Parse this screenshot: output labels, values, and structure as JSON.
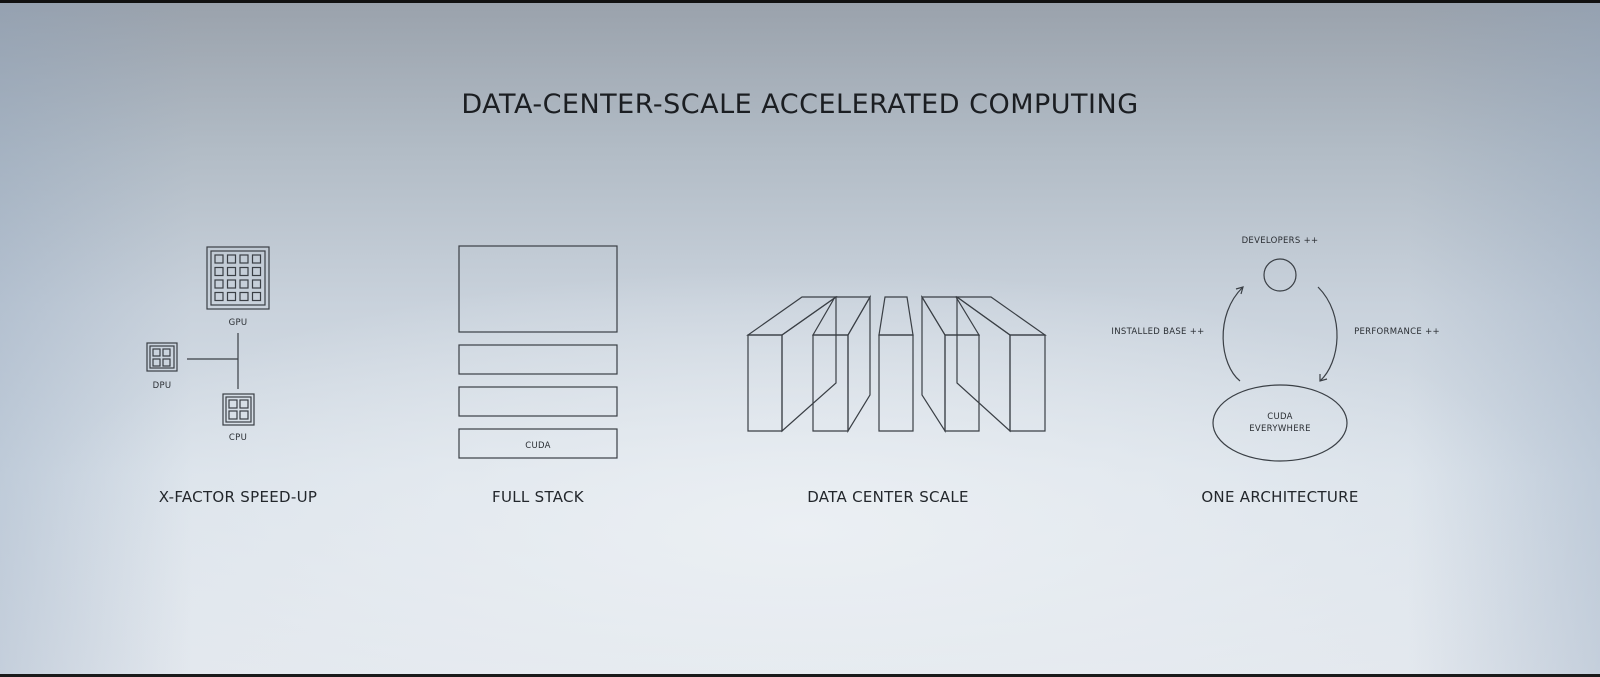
{
  "slide": {
    "title": "DATA-CENTER-SCALE ACCELERATED COMPUTING",
    "sections": [
      {
        "caption": "X-FACTOR SPEED-UP",
        "labels": {
          "gpu": "GPU",
          "dpu": "DPU",
          "cpu": "CPU"
        }
      },
      {
        "caption": "FULL STACK",
        "labels": {
          "cuda": "CUDA"
        }
      },
      {
        "caption": "DATA CENTER SCALE"
      },
      {
        "caption": "ONE ARCHITECTURE",
        "labels": {
          "developers": "DEVELOPERS ++",
          "installed_base": "INSTALLED BASE ++",
          "performance": "PERFORMANCE ++",
          "cuda_line1": "CUDA",
          "cuda_line2": "EVERYWHERE"
        }
      }
    ]
  }
}
